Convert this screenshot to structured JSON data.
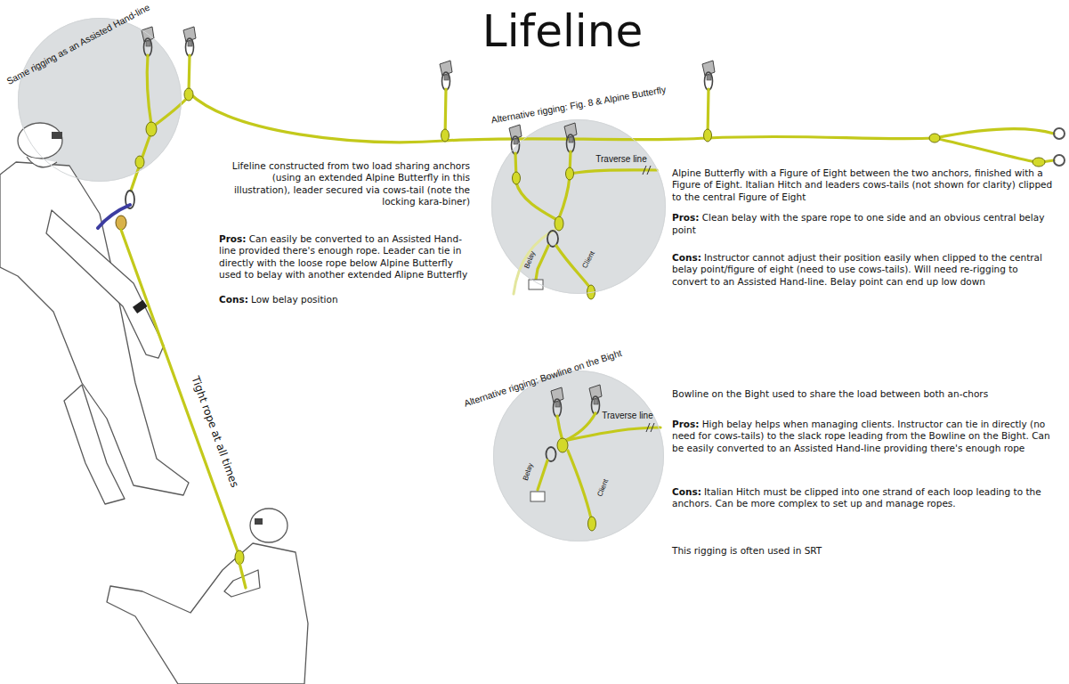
{
  "diagram": {
    "title": "Lifeline",
    "nodes": [
      {
        "text": [
          "Same rigging as an Assisted Hand-line"
        ]
      },
      {
        "text": [
          "Alternative rigging: Fig. 8 & Alpine Butterfly",
          "Traverse line",
          "Belay",
          "Client"
        ]
      },
      {
        "text": [
          "Alternative rigging: Bowline on the Bight",
          "Traverse line",
          "Belay",
          "Client"
        ]
      }
    ],
    "labels": [
      "Lifeline constructed from two load sharing anchors (using an extended Alpine Butterfly in this illustration), leader secured via cows-tail (note the locking kara-biner)",
      "Pros:",
      "Can easily be converted to an Assisted Hand-line provided there's enough rope. Leader can tie in directly with the loose rope below Alpine Butterfly used to belay with another extended Alipne Butterfly",
      "Cons:",
      "Low belay position",
      "Tight rope at all times",
      "Alpine Butterfly with a Figure of Eight between the two anchors, finished with a Figure of Eight. Italian Hitch and leaders cows-tails (not shown for clarity) clipped to the central Figure of Eight",
      "Pros:",
      "Clean belay with the spare rope to one side and an obvious central belay point",
      "Cons:",
      "Instructor cannot adjust their position easily when clipped to the central belay point/figure of eight (need to use cows-tails). Will need re-rigging to convert to an Assisted Hand-line. Belay point can end up low down",
      "Bowline on the Bight used to share the load between both an-chors",
      "Pros:",
      "High belay helps when managing clients. Instructor can tie in directly (no need for cows-tails) to the slack rope leading from the Bowline on the Bight. Can be easily converted to an Assisted Hand-line providing there's enough rope",
      "Cons:",
      "Italian Hitch must be clipped into one strand of each loop leading to the anchors. Can be more complex to set up and manage ropes.",
      "This rigging is often used in SRT"
    ]
  }
}
